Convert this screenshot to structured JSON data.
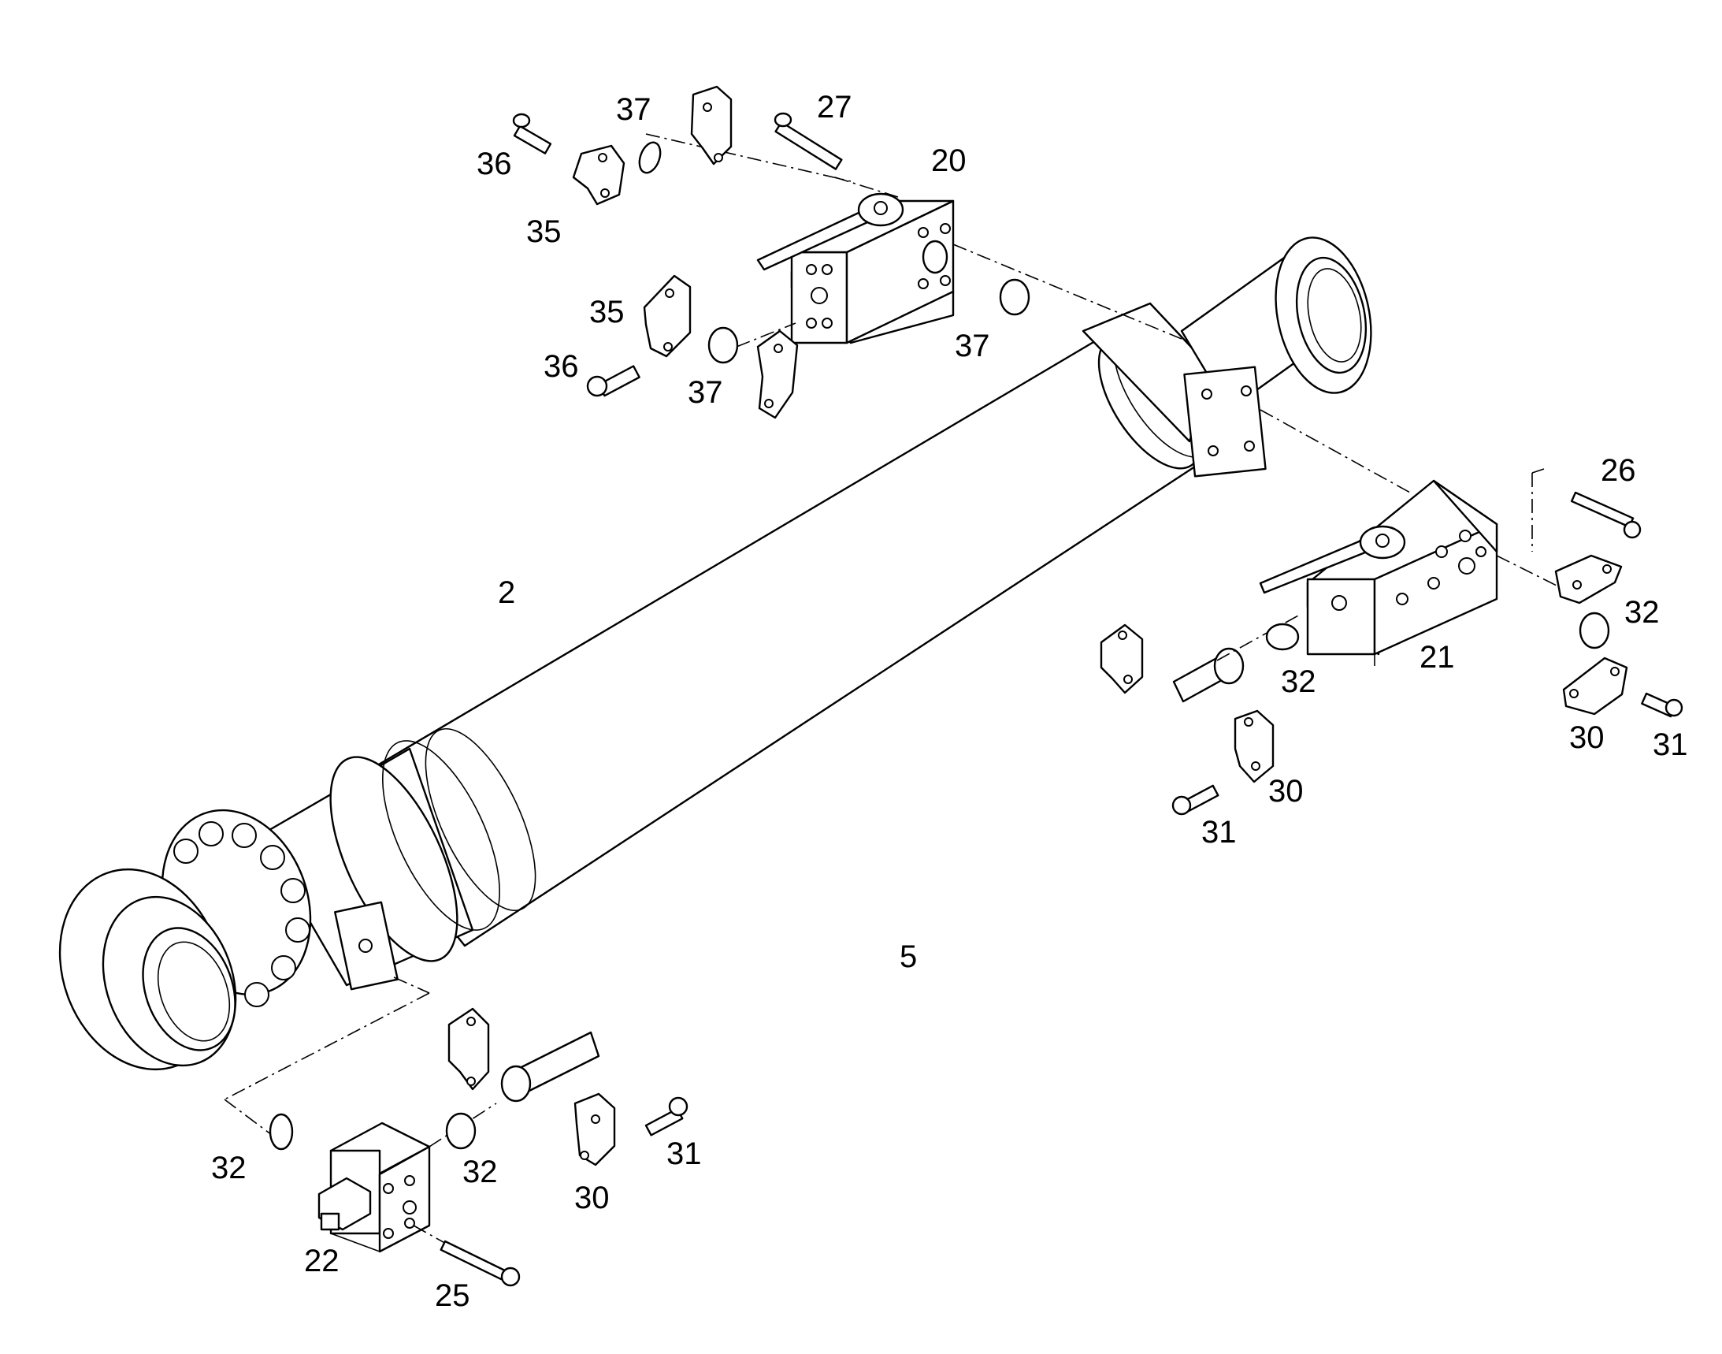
{
  "diagram": {
    "labels": {
      "l2": "2",
      "l5": "5",
      "l20": "20",
      "l21": "21",
      "l22": "22",
      "l25": "25",
      "l26": "26",
      "l27": "27",
      "l30a": "30",
      "l30b": "30",
      "l30c": "30",
      "l31a": "31",
      "l31b": "31",
      "l31c": "31",
      "l32a": "32",
      "l32b": "32",
      "l32c": "32",
      "l32d": "32",
      "l35a": "35",
      "l35b": "35",
      "l36a": "36",
      "l36b": "36",
      "l37a": "37",
      "l37b": "37",
      "l37c": "37"
    }
  }
}
